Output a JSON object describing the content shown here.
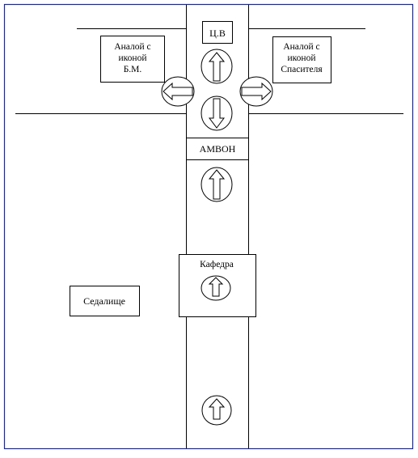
{
  "labels": {
    "cv": "Ц.В",
    "analoy_left": [
      "Аналой с",
      "иконой",
      "Б.М."
    ],
    "analoy_right": [
      "Аналой с",
      "иконой",
      "Спасителя"
    ],
    "ambon": "АМВОН",
    "kafedra": "Кафедра",
    "sedalishche": "Седалище"
  }
}
